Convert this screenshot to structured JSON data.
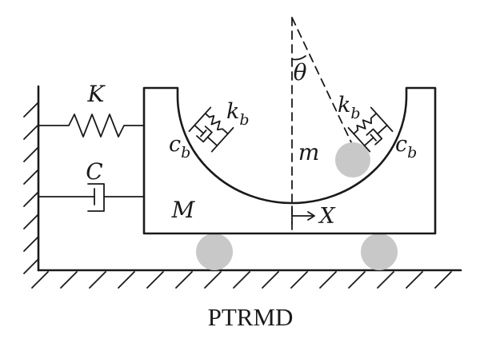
{
  "diagram": {
    "labels": {
      "spring_main": "K",
      "damper_main": "C",
      "mass_main": "M",
      "mass_ball": "m",
      "angle": "θ",
      "displacement": "X",
      "spring_bearing": "k",
      "damper_bearing": "c",
      "subscript": "b",
      "caption": "PTRMD"
    }
  }
}
